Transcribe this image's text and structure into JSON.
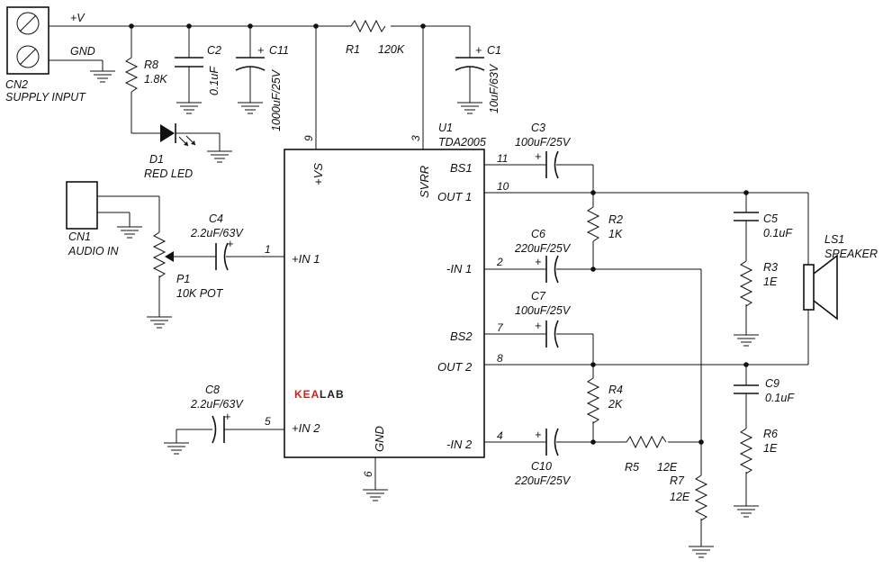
{
  "colors": {
    "line": "#111111",
    "logo_red": "#d0201c",
    "logo_black": "#222222"
  },
  "supply": {
    "name": "CN2",
    "desc": "SUPPLY INPUT",
    "vplus": "+V",
    "gnd": "GND"
  },
  "audio": {
    "name": "CN1",
    "desc": "AUDIO IN"
  },
  "ic": {
    "ref": "U1",
    "part": "TDA2005",
    "logo_a": "KEA",
    "logo_b": "LAB",
    "pins": {
      "vs": "+VS",
      "svrr": "SVRR",
      "bs1": "BS1",
      "out1": "OUT 1",
      "in1p": "+IN 1",
      "in1n": "-IN 1",
      "bs2": "BS2",
      "out2": "OUT 2",
      "in2p": "+IN 2",
      "in2n": "-IN 2",
      "gnd": "GND"
    },
    "pin_numbers": {
      "vs": "9",
      "svrr": "3",
      "bs1": "11",
      "out1": "10",
      "in1p": "1",
      "in1n": "2",
      "bs2": "7",
      "out2": "8",
      "in2p": "5",
      "in2n": "4",
      "gnd": "6"
    }
  },
  "components": {
    "r1": {
      "ref": "R1",
      "value": "120K"
    },
    "r2": {
      "ref": "R2",
      "value": "1K"
    },
    "r3": {
      "ref": "R3",
      "value": "1E"
    },
    "r4": {
      "ref": "R4",
      "value": "2K"
    },
    "r5": {
      "ref": "R5",
      "value": "12E"
    },
    "r6": {
      "ref": "R6",
      "value": "1E"
    },
    "r7": {
      "ref": "R7",
      "value": "12E"
    },
    "r8": {
      "ref": "R8",
      "value": "1.8K"
    },
    "c1": {
      "ref": "C1",
      "value": "10uF/63V"
    },
    "c2": {
      "ref": "C2",
      "value": "0.1uF"
    },
    "c3": {
      "ref": "C3",
      "value": "100uF/25V"
    },
    "c4": {
      "ref": "C4",
      "value": "2.2uF/63V"
    },
    "c5": {
      "ref": "C5",
      "value": "0.1uF"
    },
    "c6": {
      "ref": "C6",
      "value": "220uF/25V"
    },
    "c7": {
      "ref": "C7",
      "value": "100uF/25V"
    },
    "c8": {
      "ref": "C8",
      "value": "2.2uF/63V"
    },
    "c9": {
      "ref": "C9",
      "value": "0.1uF"
    },
    "c10": {
      "ref": "C10",
      "value": "220uF/25V"
    },
    "c11": {
      "ref": "C11",
      "value": "1000uF/25V"
    },
    "d1": {
      "ref": "D1",
      "value": "RED LED"
    },
    "p1": {
      "ref": "P1",
      "value": "10K POT"
    },
    "ls1": {
      "ref": "LS1",
      "value": "SPEAKER"
    }
  },
  "polarity": "+"
}
